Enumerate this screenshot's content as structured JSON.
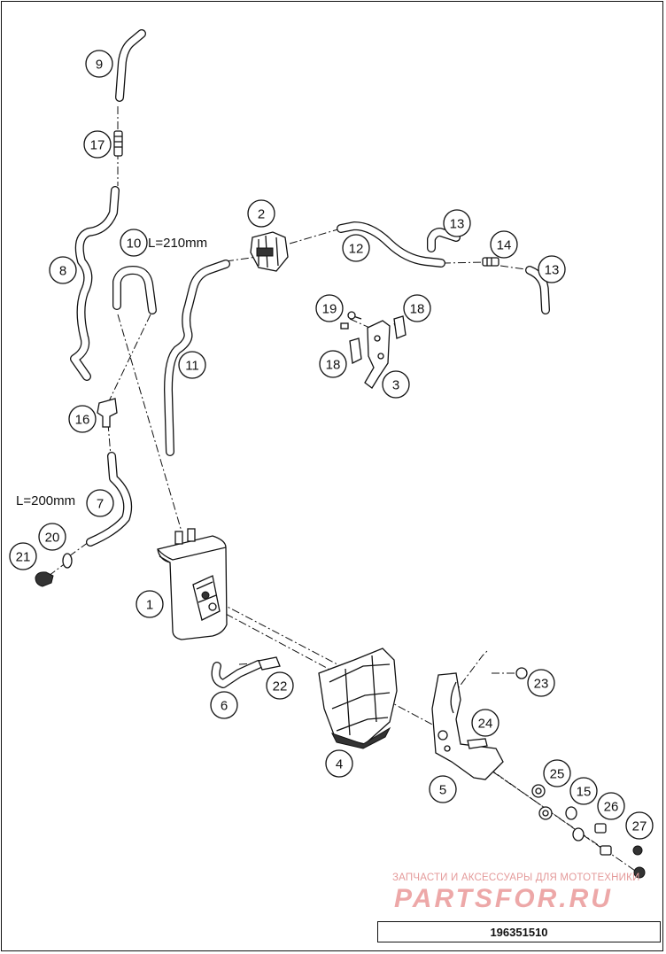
{
  "callouts": [
    {
      "id": "c1",
      "label": "1"
    },
    {
      "id": "c2",
      "label": "2"
    },
    {
      "id": "c3",
      "label": "3"
    },
    {
      "id": "c4",
      "label": "4"
    },
    {
      "id": "c5",
      "label": "5"
    },
    {
      "id": "c6",
      "label": "6"
    },
    {
      "id": "c7",
      "label": "7"
    },
    {
      "id": "c8",
      "label": "8"
    },
    {
      "id": "c9",
      "label": "9"
    },
    {
      "id": "c10",
      "label": "10"
    },
    {
      "id": "c11",
      "label": "11"
    },
    {
      "id": "c12",
      "label": "12"
    },
    {
      "id": "c13a",
      "label": "13"
    },
    {
      "id": "c13b",
      "label": "13"
    },
    {
      "id": "c14",
      "label": "14"
    },
    {
      "id": "c15",
      "label": "15"
    },
    {
      "id": "c16",
      "label": "16"
    },
    {
      "id": "c17",
      "label": "17"
    },
    {
      "id": "c18a",
      "label": "18"
    },
    {
      "id": "c18b",
      "label": "18"
    },
    {
      "id": "c19",
      "label": "19"
    },
    {
      "id": "c20",
      "label": "20"
    },
    {
      "id": "c21",
      "label": "21"
    },
    {
      "id": "c22",
      "label": "22"
    },
    {
      "id": "c23",
      "label": "23"
    },
    {
      "id": "c24",
      "label": "24"
    },
    {
      "id": "c25",
      "label": "25"
    },
    {
      "id": "c26",
      "label": "26"
    },
    {
      "id": "c27",
      "label": "27"
    }
  ],
  "annotations": {
    "hose_10_length": "L=210mm",
    "hose_7_length": "L=200mm"
  },
  "watermark": {
    "line1": "ЗАПЧАСТИ И АКСЕССУАРЫ ДЛЯ МОТОТЕХНИКИ",
    "line2": "PARTSFOR.RU"
  },
  "diagram_code": "196351510"
}
